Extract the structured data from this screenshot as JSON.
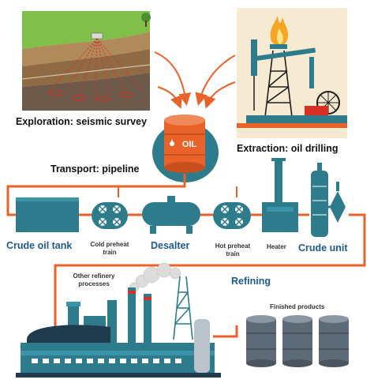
{
  "labels": {
    "exploration": "Exploration:  seismic survey",
    "extraction": "Extraction:  oil drilling",
    "transport": "Transport:  pipeline",
    "crude_oil_tank": "Crude oil tank",
    "cold_preheat_line1": "Cold preheat",
    "cold_preheat_line2": "train",
    "desalter": "Desalter",
    "hot_preheat_line1": "Hot preheat",
    "hot_preheat_line2": "train",
    "heater": "Heater",
    "crude_unit": "Crude unit",
    "refining": "Refining",
    "other_refinery_line1": "Other refinery",
    "other_refinery_line2": "processes",
    "finished_products": "Finished products",
    "barrel_text": "OIL"
  },
  "colors": {
    "pipe": "#e8622a",
    "equipment": "#2e7b8c",
    "text_dark": "#111111",
    "text_blue": "#1f5a8c",
    "flame": "#f5a623",
    "barrel_steel": "#5d6b78"
  }
}
